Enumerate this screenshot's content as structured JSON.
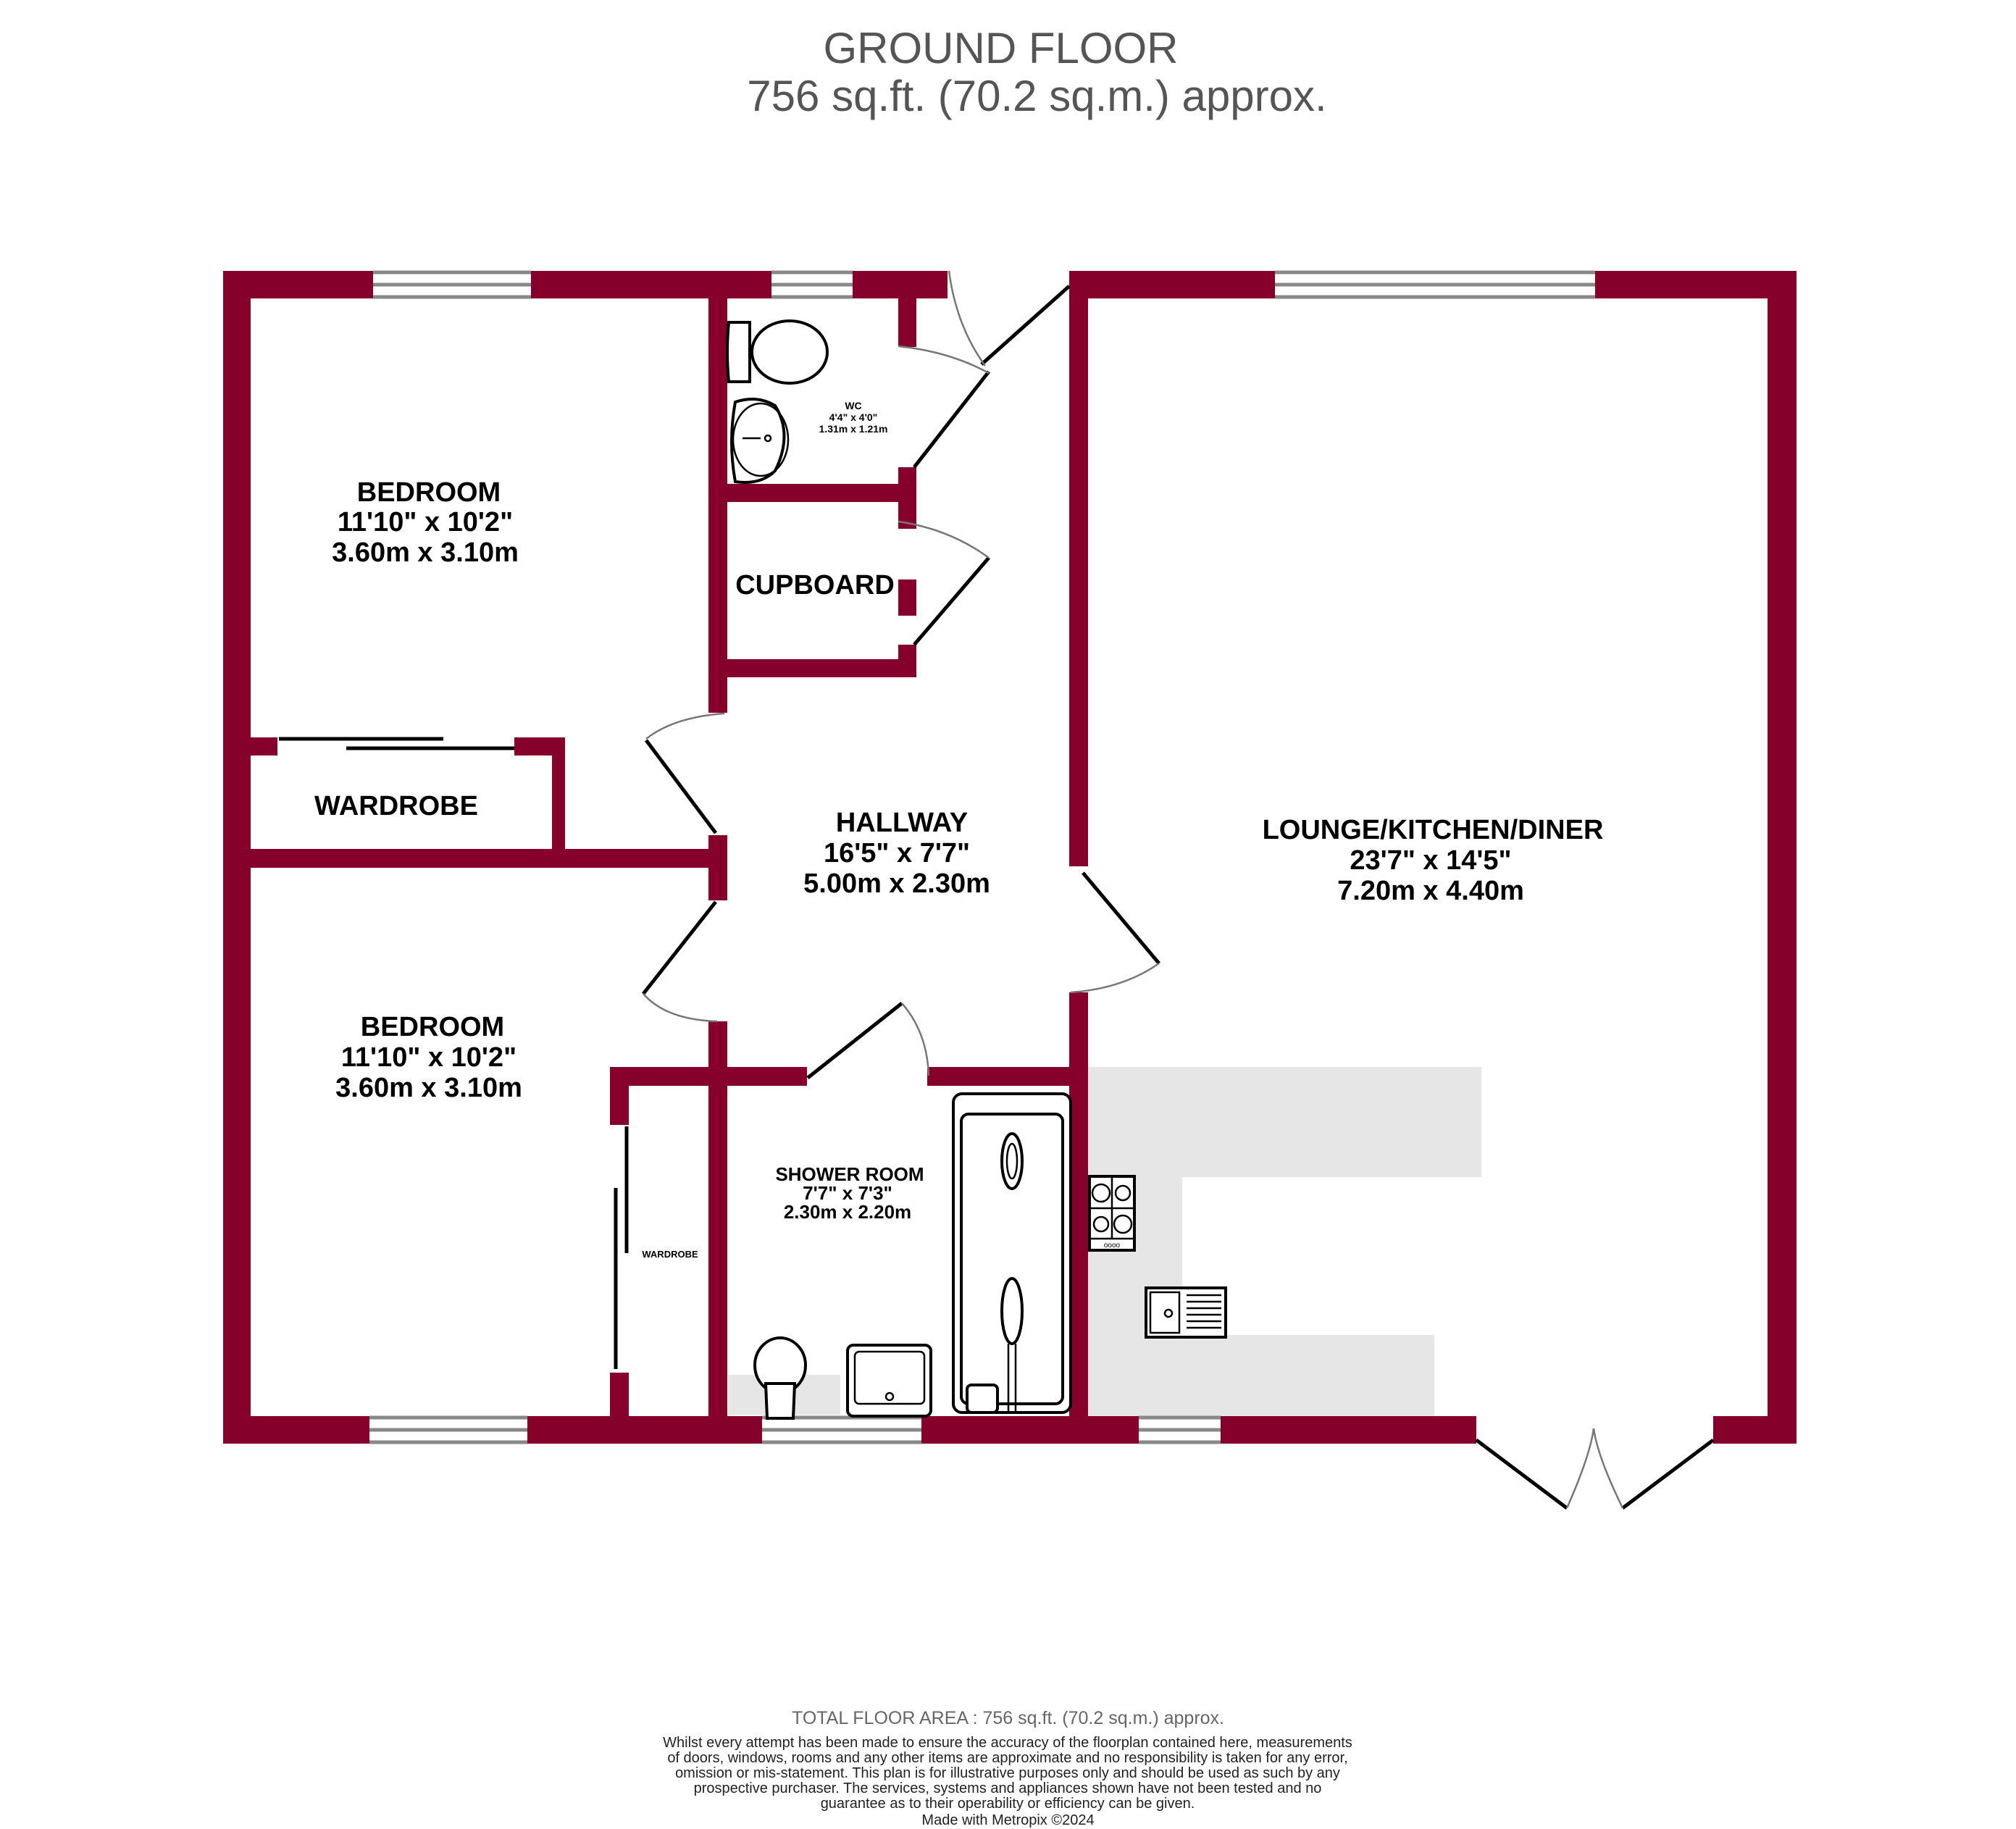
{
  "header": {
    "title": "GROUND FLOOR",
    "subtitle": "756 sq.ft. (70.2 sq.m.) approx."
  },
  "colors": {
    "wall": "#85002A",
    "counter": "#E6E6E6",
    "header_text": "#555555",
    "window_line": "#888888"
  },
  "rooms": [
    {
      "id": "bedroom_1",
      "name": "BEDROOM",
      "imperial": "11'10\"  x 10'2\"",
      "metric": "3.60m  x 3.10m"
    },
    {
      "id": "wc",
      "name": "WC",
      "imperial": "4'4\"  x 4'0\"",
      "metric": "1.31m  x 1.21m"
    },
    {
      "id": "cupboard",
      "name": "CUPBOARD"
    },
    {
      "id": "wardrobe_1",
      "name": "WARDROBE"
    },
    {
      "id": "hallway",
      "name": "HALLWAY",
      "imperial": "16'5\"  x 7'7\"",
      "metric": "5.00m  x 2.30m"
    },
    {
      "id": "lounge",
      "name": "LOUNGE/KITCHEN/DINER",
      "imperial": "23'7\"  x 14'5\"",
      "metric": "7.20m  x 4.40m"
    },
    {
      "id": "bedroom_2",
      "name": "BEDROOM",
      "imperial": "11'10\"  x 10'2\"",
      "metric": "3.60m  x 3.10m"
    },
    {
      "id": "wardrobe_2",
      "name": "WARDROBE"
    },
    {
      "id": "shower_room",
      "name": "SHOWER ROOM",
      "imperial": "7'7\"  x 7'3\"",
      "metric": "2.30m  x 2.20m"
    }
  ],
  "fixtures": [
    "toilet-icon",
    "basin-icon",
    "shower-tray-icon",
    "hob-icon",
    "sink-icon"
  ],
  "footer": {
    "total": "TOTAL FLOOR AREA : 756 sq.ft. (70.2 sq.m.) approx.",
    "disclaimer": "Whilst every attempt has been made to ensure the accuracy of the floorplan contained here, measurements of doors, windows, rooms and any other items are approximate and no responsibility is taken for any error, omission or mis-statement. This plan is for illustrative purposes only and should be used as such by any prospective purchaser. The services, systems and appliances shown have not been tested and no guarantee as to their operability or efficiency can be given.",
    "made_with": "Made with Metropix ©2024"
  }
}
